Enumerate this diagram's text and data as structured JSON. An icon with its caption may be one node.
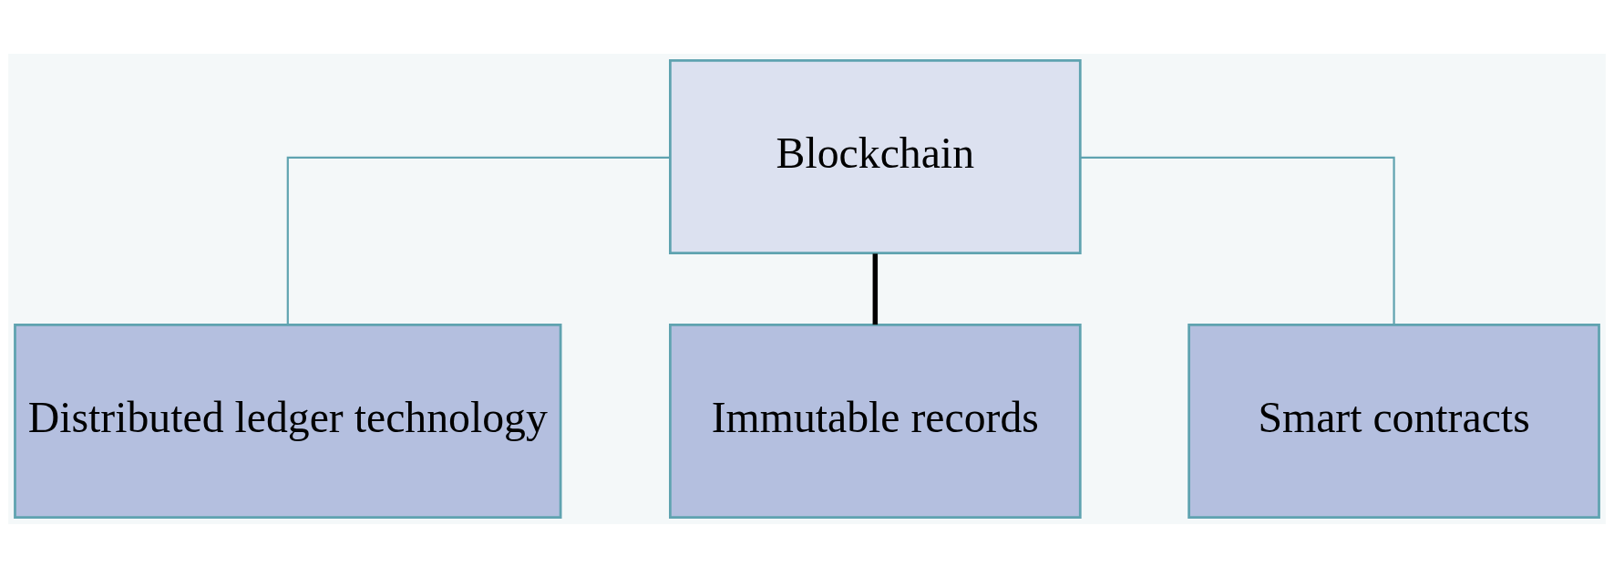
{
  "diagram": {
    "nodes": [
      {
        "text": [
          "Blockchain"
        ]
      },
      {
        "text": [
          "Distributed ledger technology"
        ]
      },
      {
        "text": [
          "Immutable records"
        ]
      },
      {
        "text": [
          "Smart contracts"
        ]
      }
    ],
    "edges": [
      {
        "from": 0,
        "to": 1,
        "arrow": "none"
      },
      {
        "from": 0,
        "to": 2,
        "arrow": "none",
        "style": "thick",
        "color": "#000000"
      },
      {
        "from": 0,
        "to": 3,
        "arrow": "none"
      }
    ]
  }
}
